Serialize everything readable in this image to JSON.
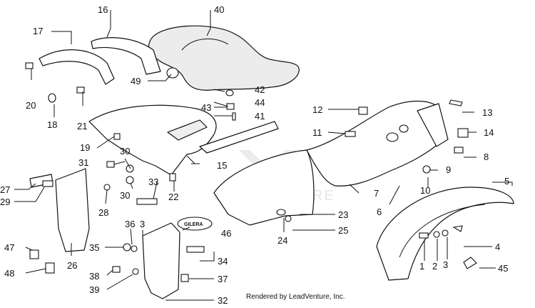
{
  "diagram": {
    "callouts": [
      "1",
      "2",
      "3",
      "4",
      "5",
      "6",
      "7",
      "8",
      "9",
      "10",
      "11",
      "12",
      "13",
      "14",
      "15",
      "16",
      "17",
      "18",
      "19",
      "20",
      "21",
      "22",
      "23",
      "24",
      "25",
      "26",
      "27",
      "28",
      "29",
      "30",
      "31",
      "32",
      "33",
      "34",
      "35",
      "36",
      "37",
      "38",
      "39",
      "40",
      "41",
      "42",
      "43",
      "44",
      "45",
      "46",
      "47",
      "48",
      "49"
    ],
    "callout_30_second": "30",
    "callout_3_second": "3",
    "logo_text": "GILERA",
    "watermark": "LEADVENTURE",
    "footer": "Rendered by LeadVenture, Inc."
  }
}
